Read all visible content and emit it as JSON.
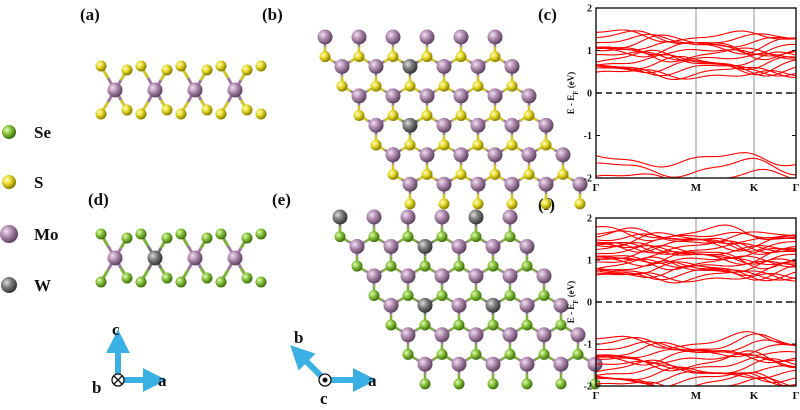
{
  "panel_labels": {
    "a": "(a)",
    "b": "(b)",
    "c": "(c)",
    "d": "(d)",
    "e": "(e)",
    "f": "(f)"
  },
  "legend": [
    {
      "label": "Se",
      "color": "#8cc63e"
    },
    {
      "label": "S",
      "color": "#e8dc2a"
    },
    {
      "label": "Mo",
      "color": "#b48fb3"
    },
    {
      "label": "W",
      "color": "#808080"
    }
  ],
  "axes_side": {
    "up": "c",
    "right": "a",
    "into": "b"
  },
  "axes_top": {
    "up": "b",
    "right": "a",
    "outof": "c"
  },
  "chart_data": [
    {
      "type": "line",
      "panel": "(c)",
      "ylabel": "E - E",
      "ylabel_sub": "F",
      "ylabel_unit": " (eV)",
      "ylim": [
        -2,
        2
      ],
      "yticks": [
        -2,
        -1,
        0,
        1,
        2
      ],
      "kpoints": [
        "Γ",
        "M",
        "K",
        "Γ"
      ],
      "kpos": [
        0,
        0.5,
        0.79,
        1
      ],
      "fermi_level": 0,
      "series_color": "#ff0000",
      "conduction_bands": {
        "count": 16,
        "min": 0.45,
        "max": 1.35
      },
      "valence_bands": {
        "count": 3,
        "max": -1.58,
        "min": -2.0
      }
    },
    {
      "type": "line",
      "panel": "(f)",
      "ylabel": "E - E",
      "ylabel_sub": "F",
      "ylabel_unit": " (eV)",
      "ylim": [
        -2,
        2
      ],
      "yticks": [
        -2,
        -1,
        0,
        1,
        2
      ],
      "kpoints": [
        "Γ",
        "M",
        "K",
        "Γ"
      ],
      "kpos": [
        0,
        0.5,
        0.79,
        1
      ],
      "fermi_level": 0,
      "series_color": "#ff0000",
      "conduction_bands": {
        "count": 24,
        "min": 0.6,
        "max": 1.65
      },
      "valence_bands": {
        "count": 16,
        "max": -0.95,
        "min": -2.0
      }
    }
  ]
}
